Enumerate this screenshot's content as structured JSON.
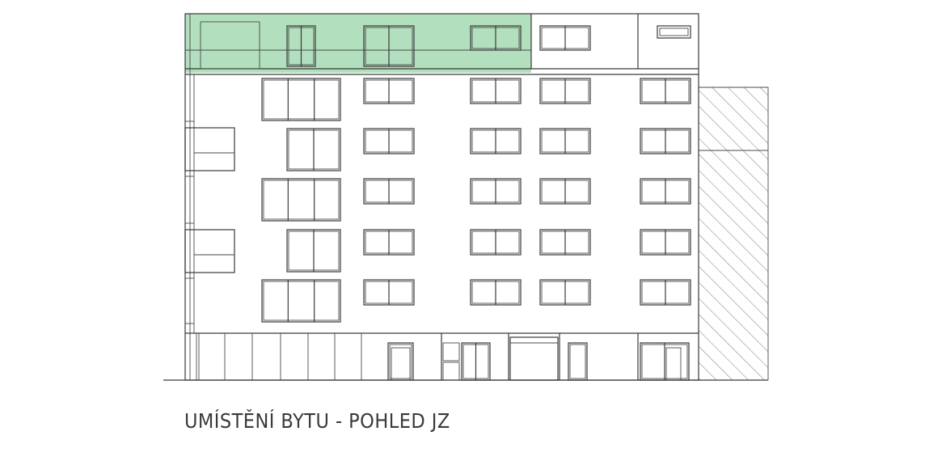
{
  "caption": "UMÍSTĚNÍ BYTU - POHLED JZ",
  "colors": {
    "highlight": "#a5d9b2",
    "line": "#3a3a3a",
    "background": "#ffffff"
  },
  "drawing": {
    "subject": "building-elevation-southwest",
    "highlighted_unit": "top-floor-apartment"
  }
}
